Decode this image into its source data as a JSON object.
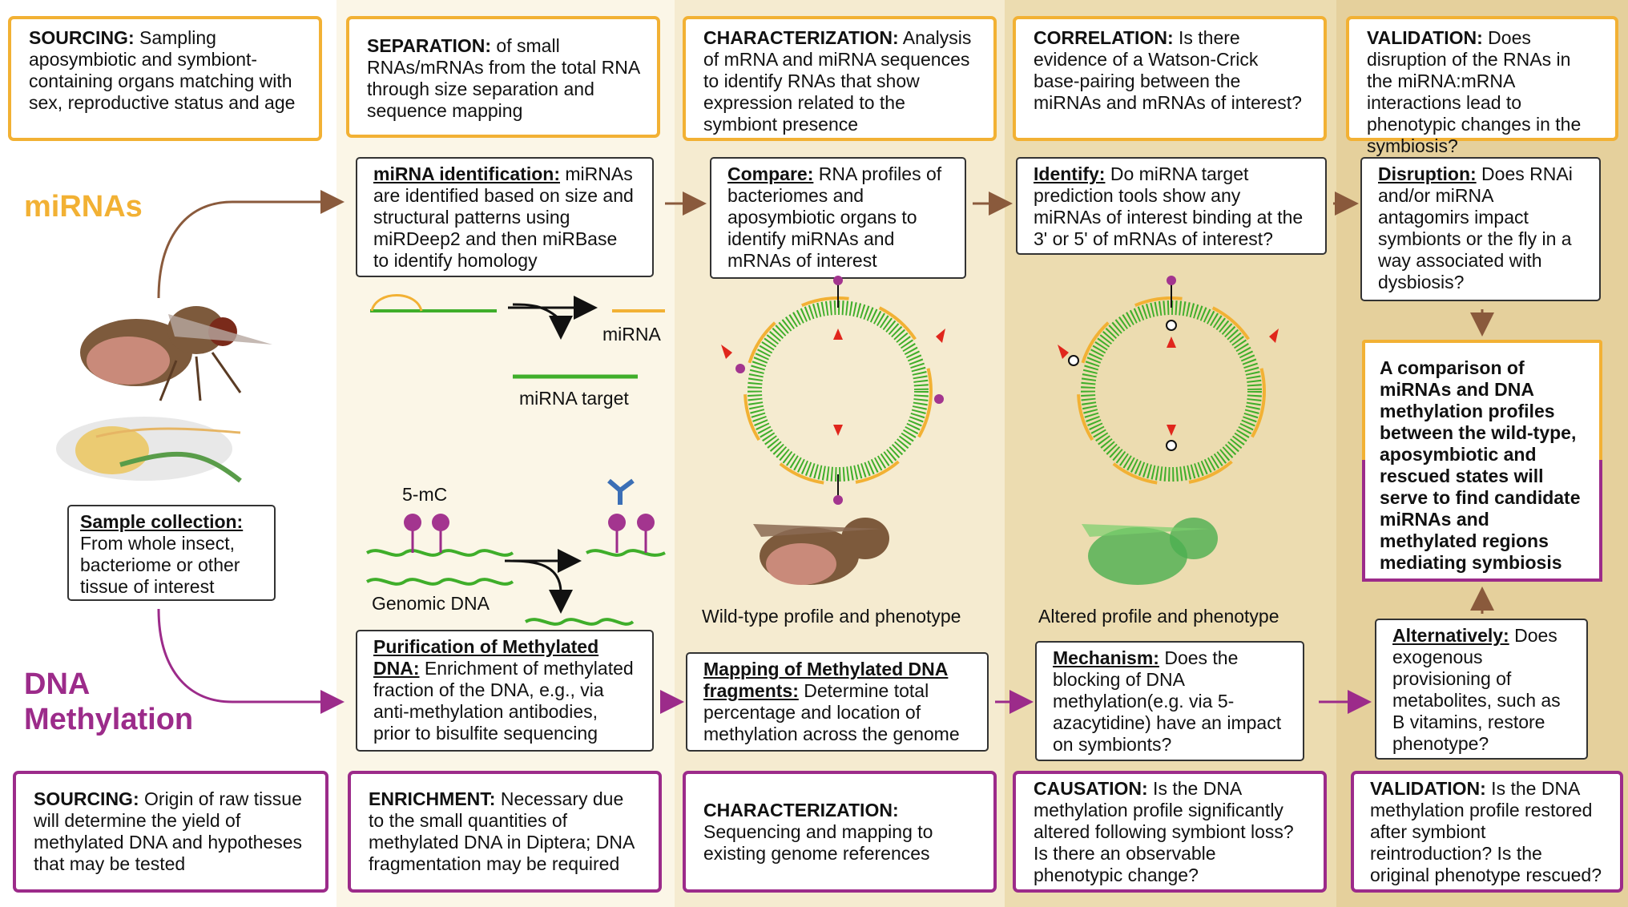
{
  "colors": {
    "mirna": "#f2b134",
    "methylation": "#9c2b8a",
    "band_light": "#fbf6e7",
    "band_mid": "#f5ebd0",
    "band_dark": "#ecdcb0",
    "band_darkest": "#e5d09c",
    "rna_green": "#3fae2a",
    "arrow_brown": "#8a5a3c",
    "marker_red": "#e0261c"
  },
  "rows": {
    "mirnas": "miRNAs",
    "methylation": "DNA Methylation"
  },
  "sample": {
    "title": "Sample collection:",
    "text": "From whole insect, bacteriome or other tissue of interest"
  },
  "top": [
    {
      "title": "SOURCING:",
      "text": " Sampling aposymbiotic and symbiont-containing organs matching with sex, reproductive status and age"
    },
    {
      "title": "SEPARATION:",
      "text": " of small RNAs/mRNAs from the total RNA through size separation and sequence mapping"
    },
    {
      "title": "CHARACTERIZATION:",
      "text": " Analysis of mRNA and miRNA sequences to identify RNAs that show expression related to the symbiont presence"
    },
    {
      "title": "CORRELATION:",
      "text": " Is there evidence of a Watson-Crick base-pairing between the miRNAs and mRNAs of interest?"
    },
    {
      "title": "VALIDATION:",
      "text": "  Does disruption of the RNAs in the miRNA:mRNA interactions lead to phenotypic changes in the symbiosis?"
    }
  ],
  "mirna_steps": [
    {
      "title": "miRNA identification:",
      "text": " miRNAs are identified based on size and structural patterns using miRDeep2 and then miRBase to identify homology"
    },
    {
      "title": "Compare:",
      "text": " RNA profiles of bacteriomes and aposymbiotic organs to identify miRNAs and mRNAs of interest"
    },
    {
      "title": "Identify:",
      "text": " Do miRNA target prediction tools show any miRNAs of interest binding at the 3' or 5' of mRNAs of interest?"
    },
    {
      "title": "Disruption:",
      "text": " Does RNAi and/or miRNA antagomirs impact symbionts or the fly in a way associated with dysbiosis?"
    }
  ],
  "conclusion": "A comparison of miRNAs and DNA methylation profiles between the wild-type, aposymbiotic and rescued states will serve to find candidate miRNAs and methylated regions mediating symbiosis",
  "methyl_steps": [
    {
      "title": "Purification of Methylated DNA:",
      "text": " Enrichment of methylated fraction of the DNA, e.g., via anti-methylation antibodies, prior to bisulfite sequencing"
    },
    {
      "title": "Mapping of Methylated DNA fragments:",
      "text": " Determine total percentage and location of methylation across the genome"
    },
    {
      "title": "Mechanism:",
      "text": "  Does the blocking of DNA methylation(e.g. via 5-azacytidine) have an impact on symbionts?"
    },
    {
      "title": "Alternatively:",
      "text": "  Does exogenous provisioning of metabolites, such as B vitamins, restore phenotype?"
    }
  ],
  "bottom": [
    {
      "title": "SOURCING:",
      "text": " Origin of raw tissue will determine the yield of methylated DNA and hypotheses that may be tested"
    },
    {
      "title": "ENRICHMENT:",
      "text": " Necessary due to the small quantities of methylated DNA in Diptera; DNA fragmentation may be required"
    },
    {
      "title": "CHARACTERIZATION:",
      "text": "Sequencing and mapping to existing genome references"
    },
    {
      "title": "CAUSATION:",
      "text": " Is the DNA methylation profile significantly altered following symbiont loss? Is there an observable phenotypic change?"
    },
    {
      "title": "VALIDATION:",
      "text": " Is the DNA methylation profile restored after symbiont reintroduction? Is the original phenotype rescued?"
    }
  ],
  "figure_labels": {
    "mirna": "miRNA",
    "mirna_target": "miRNA target",
    "five_mc": "5-mC",
    "genomic_dna": "Genomic DNA",
    "wild_type": "Wild-type profile and phenotype",
    "altered": "Altered profile and phenotype"
  }
}
